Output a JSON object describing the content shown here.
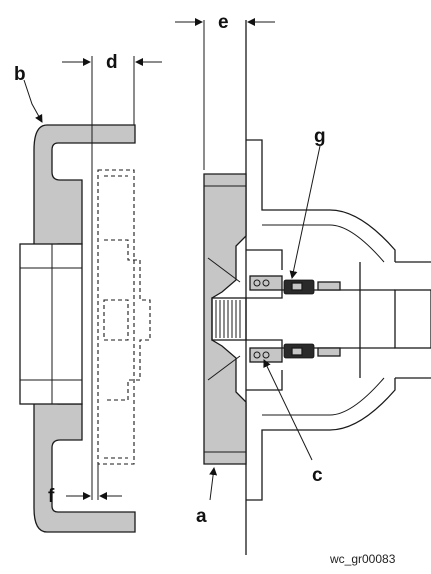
{
  "labels": {
    "a": "a",
    "b": "b",
    "c": "c",
    "d": "d",
    "e": "e",
    "f": "f",
    "g": "g"
  },
  "reference_code": "wc_gr00083",
  "colors": {
    "part_fill": "#c6c6c6",
    "line": "#1a1a1a",
    "seal": "#2a2a2a"
  }
}
